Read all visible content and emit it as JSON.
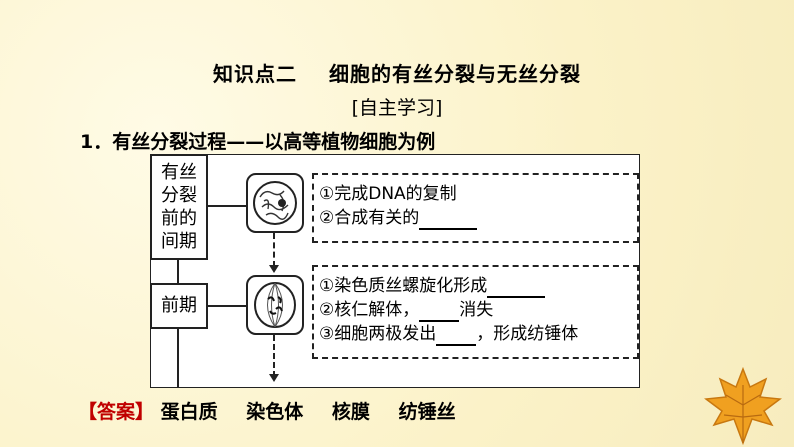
{
  "title": {
    "part1": "知识点二",
    "part2": "细胞的有丝分裂与无丝分裂"
  },
  "subtitle": "[自主学习]",
  "heading": "1．有丝分裂过程——以高等植物细胞为例",
  "diagram": {
    "stage1_label": "有丝分裂前的间期",
    "stage2_label": "前期",
    "interphase_notes": {
      "line1": "①完成DNA的复制",
      "line2": "②合成有关的"
    },
    "prophase_notes": {
      "line1": "①染色质丝螺旋化形成",
      "line2_a": "②核仁解体，",
      "line2_b": "消失",
      "line3_a": "③细胞两极发出",
      "line3_b": "，形成纺锤体"
    }
  },
  "answer": {
    "tag": "【答案】",
    "items": [
      "蛋白质",
      "染色体",
      "核膜",
      "纺锤丝"
    ]
  },
  "colors": {
    "background": "#fdf7d9",
    "answer_tag": "#c00000",
    "leaf": "#f0a020"
  },
  "icons": [
    "maple-leaf-icon",
    "interphase-cell-icon",
    "prophase-cell-icon"
  ]
}
